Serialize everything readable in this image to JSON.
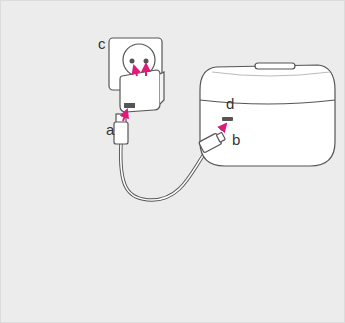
{
  "diagram": {
    "labels": [
      "c",
      "d",
      "a",
      "b"
    ]
  }
}
